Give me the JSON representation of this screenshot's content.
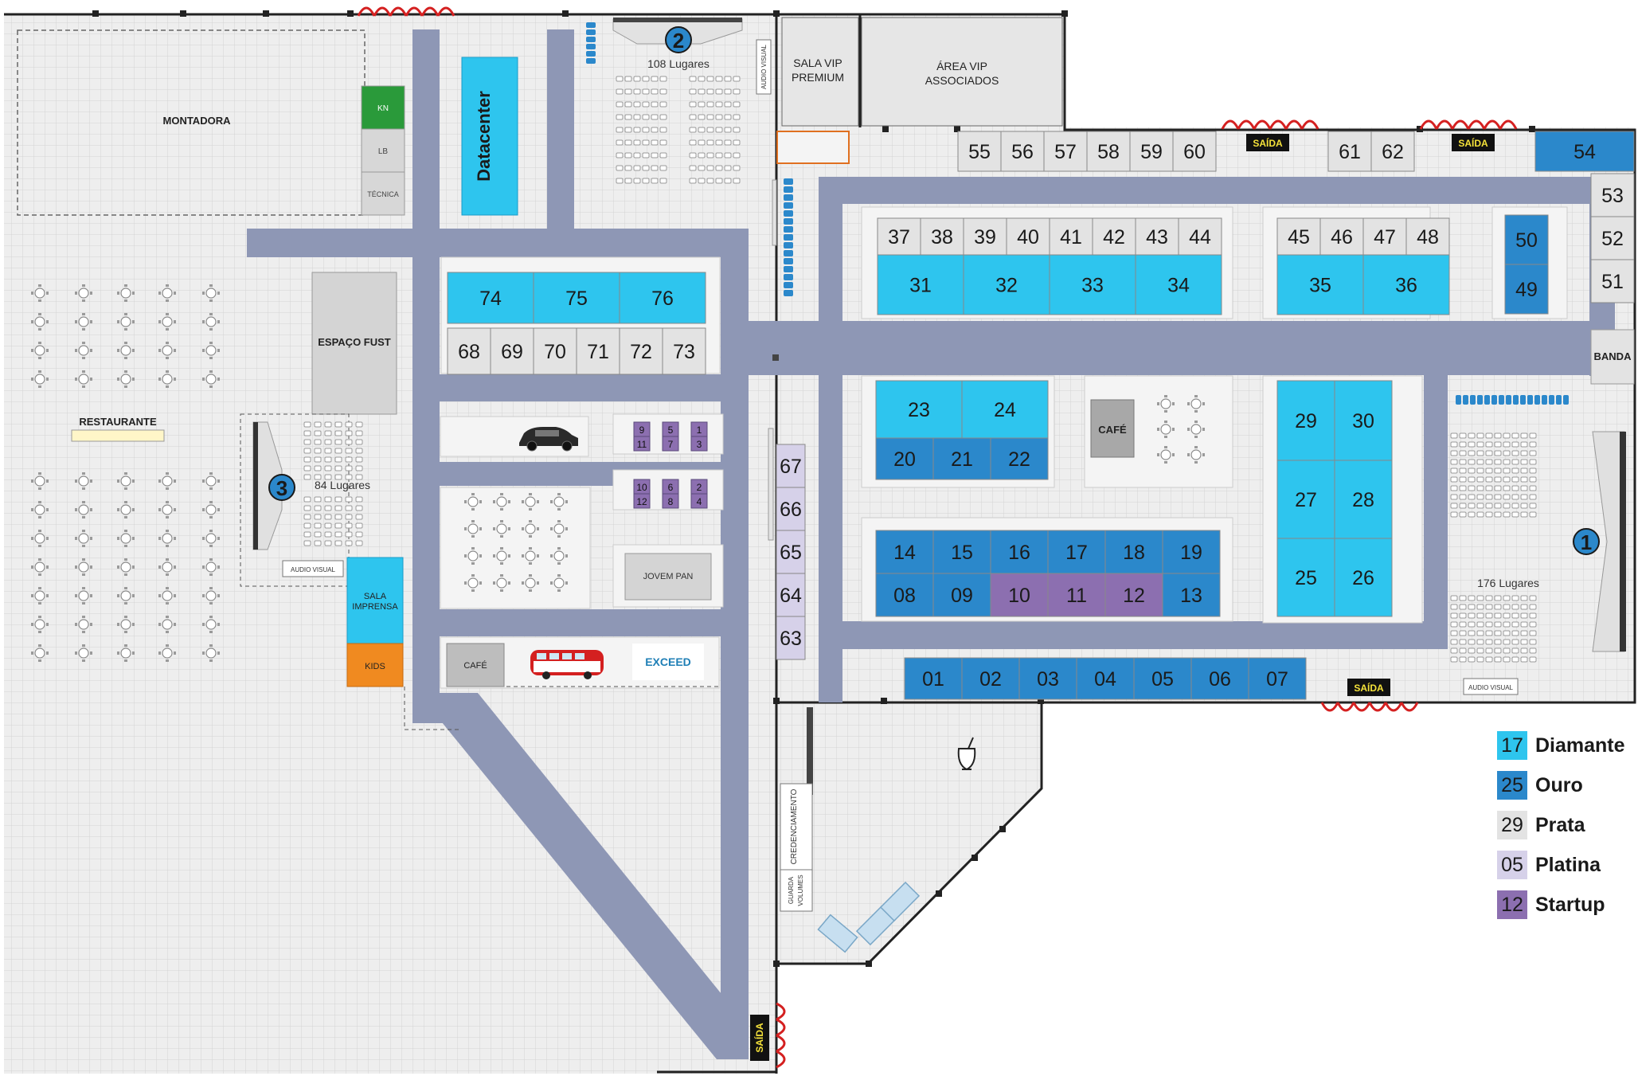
{
  "colors": {
    "diamante": "#2ec5ee",
    "ouro": "#2b88cb",
    "prata": "#e3e3e3",
    "platina": "#d6d1e9",
    "startup": "#8c6fb0",
    "aisle": "#8e97b5",
    "floor": "#eeeeee",
    "exit": "#d42020"
  },
  "areas": {
    "montadora": "MONTADORA",
    "restaurante": "RESTAURANTE",
    "espaco_fust": "ESPAÇO FUST",
    "datacenter": "Datacenter",
    "kn": "KN",
    "lb": "LB",
    "tecnica": "TÉCNICA",
    "sala_vip_l1": "SALA VIP",
    "sala_vip_l2": "PREMIUM",
    "area_vip_l1": "ÁREA VIP",
    "area_vip_l2": "ASSOCIADOS",
    "sala_imprensa_l1": "SALA",
    "sala_imprensa_l2": "IMPRENSA",
    "kids": "KIDS",
    "cafe": "CAFÉ",
    "cafe2": "CAFÉ",
    "jovem_pan": "JOVEM PAN",
    "exceed": "EXCEED",
    "banda": "BANDA",
    "credenciamento": "CREDENCIAMENTO",
    "guarda_l1": "GUARDA",
    "guarda_l2": "VOLUMES",
    "audio_visual": "AUDIO VISUAL",
    "saida": "SAÍDA"
  },
  "auditoriums": [
    {
      "number": "1",
      "capacity": "176 Lugares"
    },
    {
      "number": "2",
      "capacity": "108 Lugares"
    },
    {
      "number": "3",
      "capacity": "84 Lugares"
    }
  ],
  "legend": [
    {
      "sample": "17",
      "name": "Diamante",
      "tier": "diamante"
    },
    {
      "sample": "25",
      "name": "Ouro",
      "tier": "ouro"
    },
    {
      "sample": "29",
      "name": "Prata",
      "tier": "prata"
    },
    {
      "sample": "05",
      "name": "Platina",
      "tier": "platina"
    },
    {
      "sample": "12",
      "name": "Startup",
      "tier": "startup"
    }
  ],
  "stands": {
    "diamante": [
      "74",
      "75",
      "76",
      "31",
      "32",
      "33",
      "34",
      "35",
      "36",
      "23",
      "24",
      "29",
      "30",
      "27",
      "28",
      "25",
      "26"
    ],
    "ouro": [
      "54",
      "50",
      "49",
      "20",
      "21",
      "22",
      "14",
      "15",
      "16",
      "17",
      "18",
      "19",
      "08",
      "09",
      "10",
      "11",
      "12",
      "13",
      "01",
      "02",
      "03",
      "04",
      "05",
      "06",
      "07"
    ],
    "prata": [
      "55",
      "56",
      "57",
      "58",
      "59",
      "60",
      "61",
      "62",
      "53",
      "52",
      "51",
      "37",
      "38",
      "39",
      "40",
      "41",
      "42",
      "43",
      "44",
      "45",
      "46",
      "47",
      "48",
      "68",
      "69",
      "70",
      "71",
      "72",
      "73"
    ],
    "platina": [
      "67",
      "66",
      "65",
      "64",
      "63"
    ],
    "startup": [
      "9",
      "11",
      "5",
      "7",
      "1",
      "3",
      "10",
      "12",
      "6",
      "8",
      "2",
      "4"
    ]
  }
}
